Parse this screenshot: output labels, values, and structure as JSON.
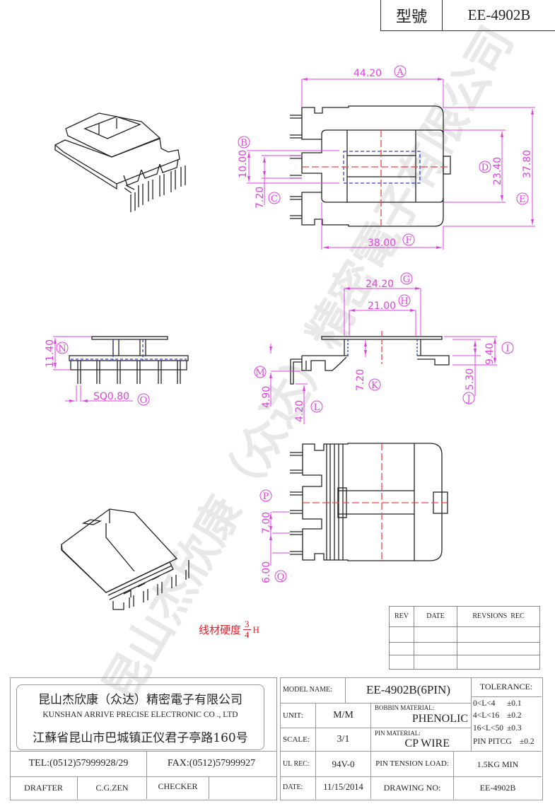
{
  "header": {
    "type_label": "型號",
    "type_value": "EE-4902B"
  },
  "watermark": {
    "text": "昆山杰欣康（众达）精密電子有限公司"
  },
  "dimensions": {
    "A": {
      "letter": "A",
      "value": "44.20"
    },
    "B": {
      "letter": "B",
      "value": "10.00"
    },
    "C": {
      "letter": "C",
      "value": "7.20"
    },
    "D": {
      "letter": "D",
      "value": "23.40"
    },
    "E": {
      "letter": "E",
      "value": "37.80"
    },
    "F": {
      "letter": "F",
      "value": "38.00"
    },
    "G": {
      "letter": "G",
      "value": "24.20"
    },
    "H": {
      "letter": "H",
      "value": "21.00"
    },
    "I": {
      "letter": "I",
      "value": "9.40"
    },
    "J": {
      "letter": "J",
      "value": "5.30"
    },
    "K": {
      "letter": "K",
      "value": "7.20"
    },
    "L": {
      "letter": "L",
      "value": "4.20"
    },
    "M": {
      "letter": "M",
      "value": "4.90"
    },
    "N": {
      "letter": "N",
      "value": "11.40"
    },
    "O": {
      "letter": "O",
      "value": "SQ0.80"
    },
    "P": {
      "letter": "P",
      "value": "7.00"
    },
    "Q": {
      "letter": "Q",
      "value": "6.00"
    }
  },
  "note": {
    "text": "线材硬度",
    "numerator": "3",
    "denominator": "4",
    "suffix": "H",
    "color": "#e0202a"
  },
  "revision_table": {
    "headers": [
      "REV",
      "DATE",
      "REVSIONS  REC"
    ],
    "rows": [
      [
        "",
        "",
        ""
      ],
      [
        "",
        "",
        ""
      ],
      [
        "",
        "",
        ""
      ]
    ]
  },
  "company": {
    "name_cn": "昆山杰欣康（众达）精密電子有限公司",
    "name_en": "KUNSHAN ARRIVE PRECISE ELECTRONIC CO ., LTD",
    "address": "江蘇省昆山市巴城镇正仪君子亭路160号",
    "tel": "TEL:(0512)57999928/29",
    "fax": "FAX:(0512)57999927"
  },
  "signoff": {
    "drafter_label": "DRAFTER",
    "drafter_value": "C.G.ZEN",
    "checker_label": "CHECKER",
    "checker_value": ""
  },
  "title_block": {
    "model_name_label": "MODEL NAME:",
    "model_name_value": "EE-4902B(6PIN)",
    "unit_label": "UNIT:",
    "unit_value": "M/M",
    "bobbin_material_label": "BOBBIN MATERIAL:",
    "bobbin_material_value": "PHENOLIC",
    "scale_label": "SCALE:",
    "scale_value": "3/1",
    "pin_material_label": "PIN MATERIAL:",
    "pin_material_value": "CP WIRE",
    "ul_rec_label": "UL REC:",
    "ul_rec_value": "94V-0",
    "pin_tension_label": "PIN TENSION LOAD:",
    "pin_tension_value": "1.5KG MIN",
    "date_label": "DATE:",
    "date_value": "11/15/2014",
    "drawing_no_label": "DRAWING NO:",
    "drawing_no_value": "EE-4902B",
    "tolerance_label": "TOLERANCE:",
    "tolerances": [
      {
        "range": "0<L<4",
        "value": "±0.1"
      },
      {
        "range": "4<L<16",
        "value": "±0.2"
      },
      {
        "range": "16<L<50",
        "value": "±0.3"
      },
      {
        "range": "PIN PITCG",
        "value": "±0.2"
      }
    ]
  },
  "colors": {
    "dimension": "#e040e0",
    "centerline": "#ee4444",
    "hidden": "#3344cc",
    "outline": "#222222"
  }
}
